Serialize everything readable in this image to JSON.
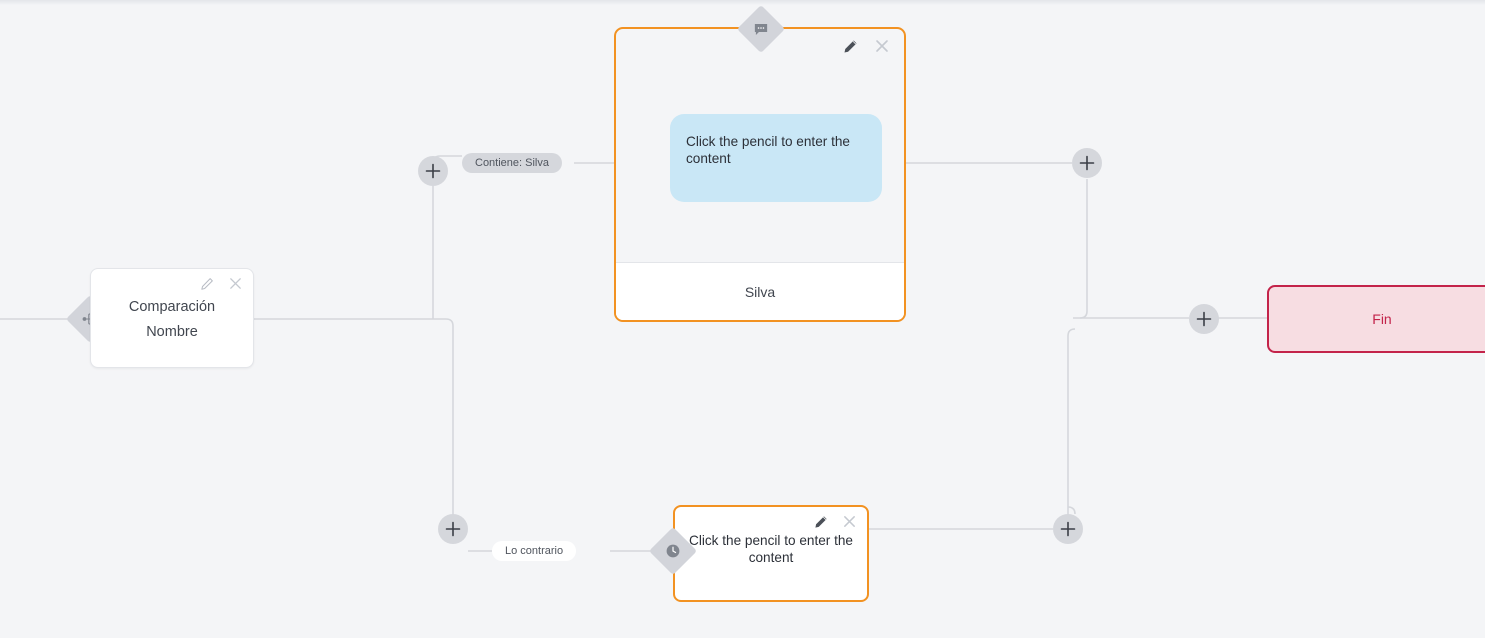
{
  "canvas": {
    "background_color": "#f4f5f7",
    "edge_color": "#d5d7dc",
    "accent_orange": "#f29222",
    "accent_blue": "#c9e7f6",
    "accent_red": "#c3234a"
  },
  "nodes": {
    "comparison": {
      "title": "Comparación",
      "subtitle": "Nombre",
      "icon": "sitemap-branch-icon",
      "edit_icon": "pencil-icon",
      "close_icon": "close-icon"
    },
    "message_card": {
      "icon": "chat-bubble-icon",
      "bubble_text": "Click the pencil to enter the content",
      "footer_label": "Silva",
      "edit_icon": "pencil-icon",
      "close_icon": "close-icon"
    },
    "delay_card": {
      "icon": "clock-icon",
      "body_text": "Click the pencil to enter the content",
      "edit_icon": "pencil-icon",
      "close_icon": "close-icon"
    },
    "end_node": {
      "label": "Fin"
    }
  },
  "edge_labels": [
    {
      "id": "branch-true",
      "text": "Contiene: Silva",
      "style": "grey"
    },
    {
      "id": "branch-false",
      "text": "Lo contrario",
      "style": "white"
    }
  ],
  "add_buttons": [
    {
      "id": "add-step-top-left",
      "icon": "plus-icon"
    },
    {
      "id": "add-step-top-right",
      "icon": "plus-icon"
    },
    {
      "id": "add-step-bottom-left",
      "icon": "plus-icon"
    },
    {
      "id": "add-step-bottom-right",
      "icon": "plus-icon"
    },
    {
      "id": "add-step-before-end",
      "icon": "plus-icon"
    }
  ]
}
